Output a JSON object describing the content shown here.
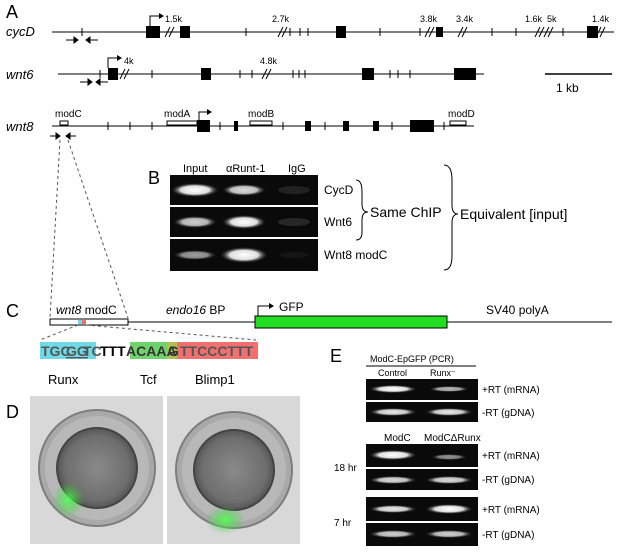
{
  "panels": {
    "A": {
      "label": "A",
      "genes": [
        {
          "name": "cycD",
          "intron_sizes": [
            "1.5k",
            "2.7k",
            "3.8k",
            "3.4k",
            "1.6k",
            "5k",
            "1.4k"
          ]
        },
        {
          "name": "wnt6",
          "intron_sizes": [
            "4k",
            "4.8k"
          ]
        },
        {
          "name": "wnt8",
          "modules": [
            "modC",
            "modA",
            "modB",
            "modD"
          ]
        }
      ],
      "scale_bar": "1 kb"
    },
    "B": {
      "label": "B",
      "columns": [
        "Input",
        "αRunt-1",
        "IgG"
      ],
      "rows": [
        "CycD",
        "Wnt6",
        "Wnt8 modC"
      ],
      "bracket_same": "Same ChIP",
      "bracket_equiv": "Equivalent [input]"
    },
    "C": {
      "label": "C",
      "construct": {
        "module": "wnt8",
        "module_suffix": "modC",
        "bp": "endo16",
        "bp_suffix": "BP",
        "reporter": "GFP",
        "polyA": "SV40 polyA"
      },
      "sequence": {
        "runx_a": "TGC",
        "runx_u": "GG",
        "runx_b": "TC",
        "spacer": "TTT",
        "tcf": "ACAAA",
        "overlap": "G",
        "blimp": "TTCCCTTT"
      },
      "sites": [
        "Runx",
        "Tcf",
        "Blimp1"
      ]
    },
    "D": {
      "label": "D"
    },
    "E": {
      "label": "E",
      "title": "ModC-EpGFP (PCR)",
      "top_columns": [
        "Control",
        "Runx⁻"
      ],
      "bottom_columns": [
        "ModC",
        "ModCΔRunx"
      ],
      "timepoints": [
        "18 hr",
        "7 hr"
      ],
      "row_labels": [
        "+RT (mRNA)",
        "-RT (gDNA)"
      ]
    }
  },
  "colors": {
    "runx": "#6fd9e6",
    "tcf": "#6dd36a",
    "blimp": "#f07070",
    "gfp": "#22dd22"
  }
}
